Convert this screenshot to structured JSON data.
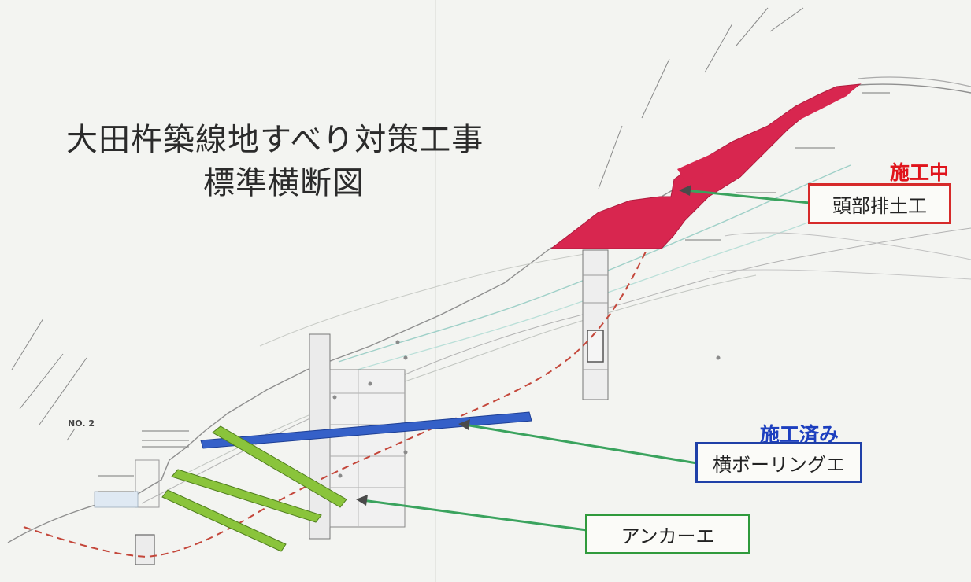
{
  "title": {
    "line1": "大田杵築線地すべり対策工事",
    "line2": "標準横断図"
  },
  "status": {
    "in_progress": "施工中",
    "completed": "施工済み"
  },
  "callouts": {
    "head": "頭部排土工",
    "horizontal": "横ボーリングエ",
    "anchor": "アンカーエ"
  },
  "drawing_labels": {
    "no2": "NO. 2"
  },
  "colors": {
    "in_progress": "#e0141c",
    "completed": "#1d3fbf",
    "head_fill": "#d8264f",
    "callout_red": "#d62a2a",
    "callout_blue": "#1f40a8",
    "callout_green": "#2f9a3c",
    "arrow_green": "#3aa35e",
    "bore_blue": "#3560c8",
    "anchor_green": "#8ac43b",
    "slip_surface": "#c4473b"
  }
}
